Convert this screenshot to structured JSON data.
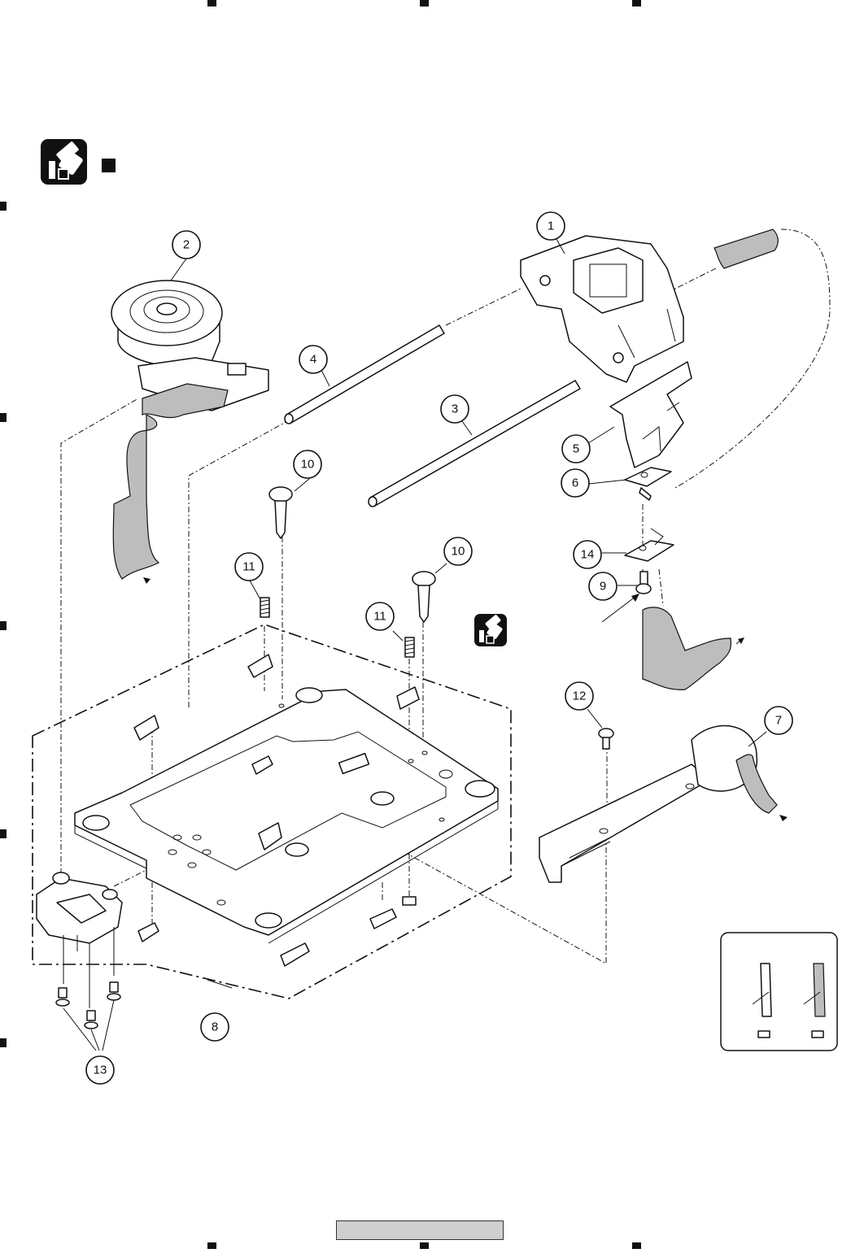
{
  "header": {
    "grease_icon": "grease-spray-icon",
    "bullet_icon": "black-square-icon"
  },
  "callouts": [
    {
      "id": "c1",
      "label": "1"
    },
    {
      "id": "c2",
      "label": "2"
    },
    {
      "id": "c3",
      "label": "3"
    },
    {
      "id": "c4",
      "label": "4"
    },
    {
      "id": "c5",
      "label": "5"
    },
    {
      "id": "c6",
      "label": "6"
    },
    {
      "id": "c7",
      "label": "7"
    },
    {
      "id": "c8",
      "label": "8"
    },
    {
      "id": "c9",
      "label": "9"
    },
    {
      "id": "c10a",
      "label": "10"
    },
    {
      "id": "c10b",
      "label": "10"
    },
    {
      "id": "c11a",
      "label": "11"
    },
    {
      "id": "c11b",
      "label": "11"
    },
    {
      "id": "c12",
      "label": "12"
    },
    {
      "id": "c13",
      "label": "13"
    },
    {
      "id": "c14",
      "label": "14"
    }
  ],
  "colors": {
    "line": "#111111",
    "cable": "#bdbdbd",
    "footer": "#cfcfcf"
  }
}
